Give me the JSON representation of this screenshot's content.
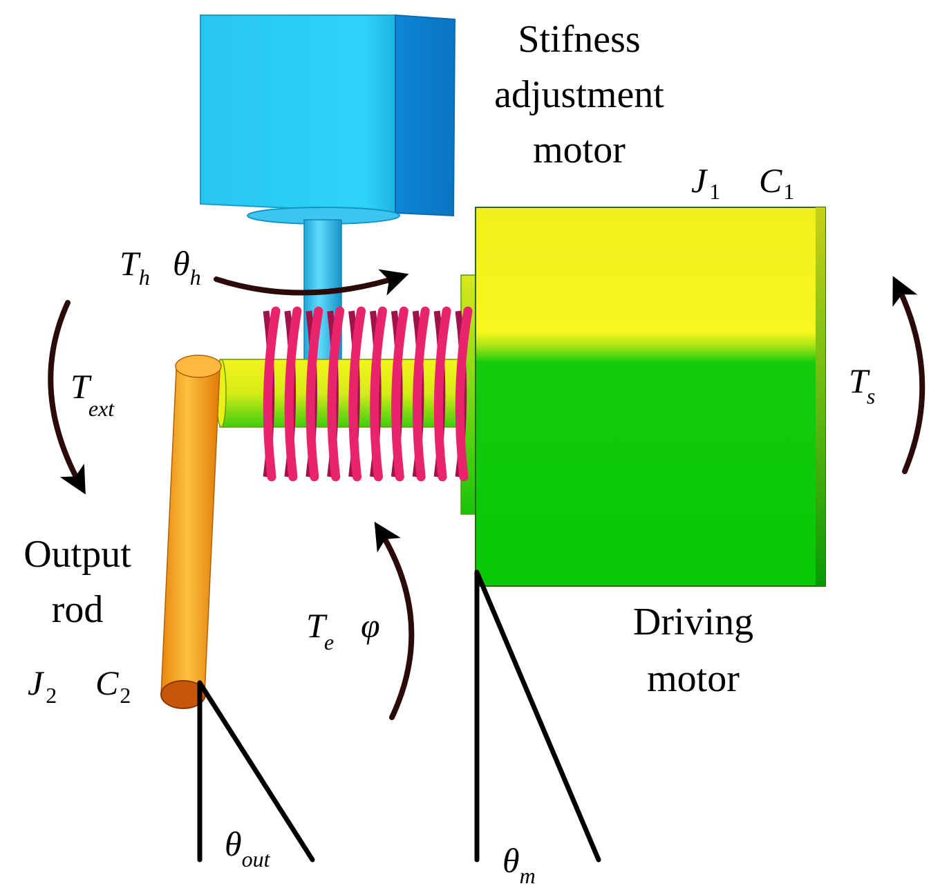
{
  "components": {
    "stiffness_motor": [
      "Stifness",
      "adjustment",
      "motor"
    ],
    "driving_motor": [
      "Driving",
      "motor"
    ],
    "output_rod": [
      "Output",
      "rod"
    ]
  },
  "symbols": {
    "J1": {
      "base": "J",
      "sub": "1"
    },
    "C1": {
      "base": "C",
      "sub": "1"
    },
    "J2": {
      "base": "J",
      "sub": "2"
    },
    "C2": {
      "base": "C",
      "sub": "2"
    },
    "Th": {
      "base": "T",
      "sub": "h"
    },
    "theta_h": {
      "base": "θ",
      "sub": "h"
    },
    "Text": {
      "base": "T",
      "sub": "ext"
    },
    "Ts": {
      "base": "T",
      "sub": "s"
    },
    "Te": {
      "base": "T",
      "sub": "e"
    },
    "phi": {
      "base": "φ",
      "sub": ""
    },
    "theta_out": {
      "base": "θ",
      "sub": "out"
    },
    "theta_m": {
      "base": "θ",
      "sub": "m"
    }
  },
  "colors": {
    "stiffness_motor": "#29c9f2",
    "shaft_yellow": "#f5f520",
    "driving_motor_top": "#f2f21e",
    "driving_motor_bottom": "#0bcc0b",
    "spring": "#e8246a",
    "output_rod": "#f5a020",
    "arrow": "#2b0a0a"
  }
}
